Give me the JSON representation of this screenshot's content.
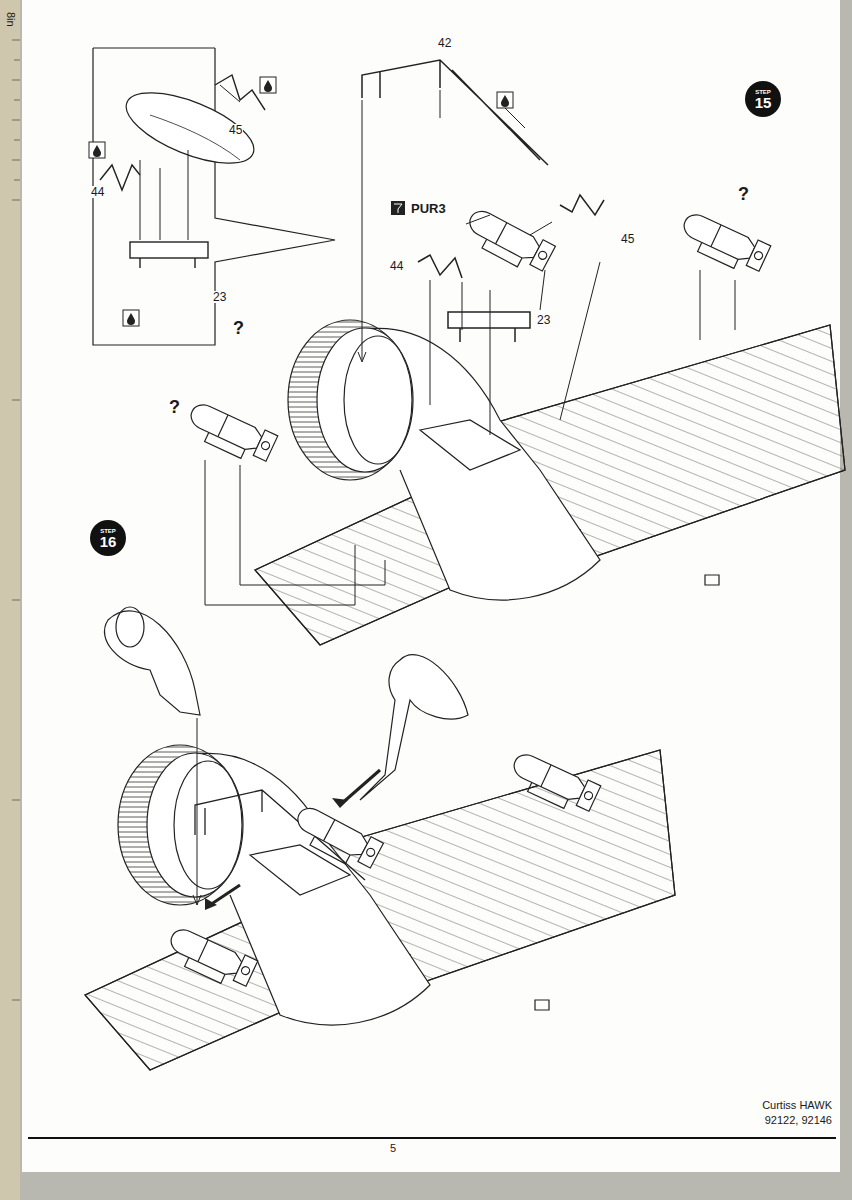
{
  "diagram": {
    "nodes": [
      {
        "text": [
          "STEP",
          "15"
        ]
      },
      {
        "text": [
          "STEP",
          "16"
        ]
      }
    ],
    "labels": [
      "8in",
      "42",
      "PUR3",
      "45",
      "44",
      "23",
      "?",
      "44",
      "45",
      "23",
      "?",
      "?",
      "Curtiss HAWK",
      "92122, 92146",
      "5"
    ]
  }
}
